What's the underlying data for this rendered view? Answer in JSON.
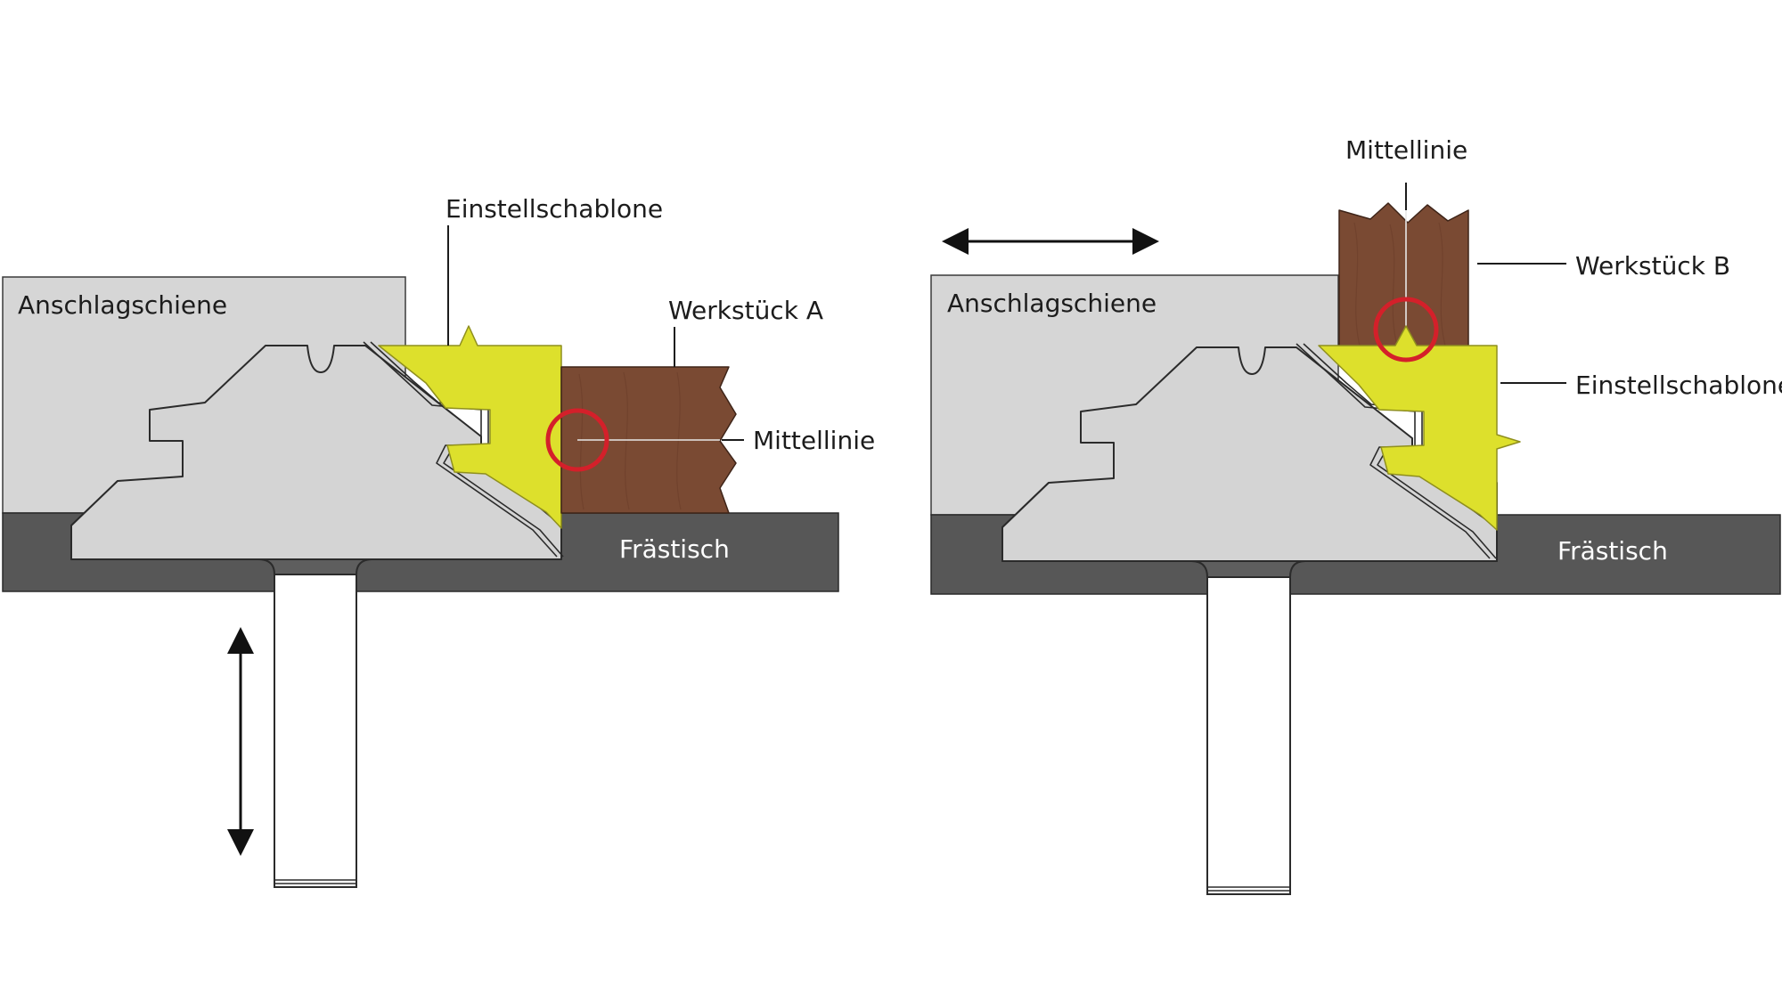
{
  "left_panel": {
    "fence_label": "Anschlagschiene",
    "table_label": "Frästisch",
    "template_label": "Einstellschablone",
    "workpiece_label": "Werkstück A",
    "centerline_label": "Mittellinie"
  },
  "right_panel": {
    "fence_label": "Anschlagschiene",
    "table_label": "Frästisch",
    "template_label": "Einstellschablone",
    "workpiece_label": "Werkstück B",
    "centerline_label": "Mittellinie"
  },
  "colors": {
    "template": "#dde02c",
    "workpiece": "#7a4a33",
    "fence": "#d6d6d6",
    "table": "#575757",
    "highlight_circle": "#d4202a"
  }
}
